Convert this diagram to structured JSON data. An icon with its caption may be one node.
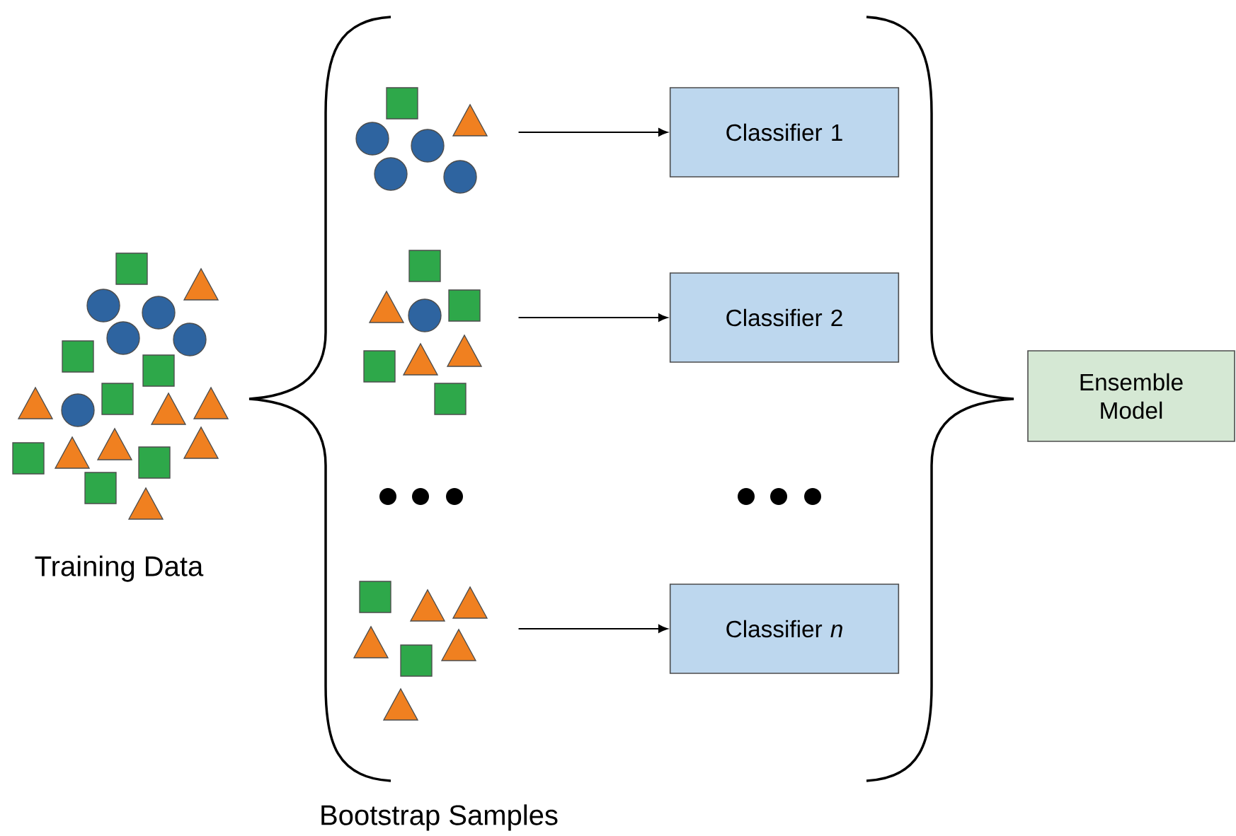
{
  "diagram": {
    "nodes": [
      {
        "text": [],
        "shape": "picture",
        "beside": [
          "Training Data"
        ]
      },
      {
        "text": [],
        "shape": "picture"
      },
      {
        "text": [],
        "shape": "picture"
      },
      {
        "text": [],
        "shape": "picture"
      },
      {
        "text": [
          "Classifier 1"
        ]
      },
      {
        "text": [
          "Classifier 2"
        ]
      },
      {
        "text": [
          "Classifier *n*"
        ]
      },
      {
        "text": [
          "Ensemble Model"
        ]
      }
    ],
    "edges": [
      {
        "from": 1,
        "to": 4,
        "arrow": "to"
      },
      {
        "from": 2,
        "to": 5,
        "arrow": "to"
      },
      {
        "from": 3,
        "to": 6,
        "arrow": "to"
      }
    ],
    "labels": [
      "Bootstrap Samples"
    ]
  }
}
